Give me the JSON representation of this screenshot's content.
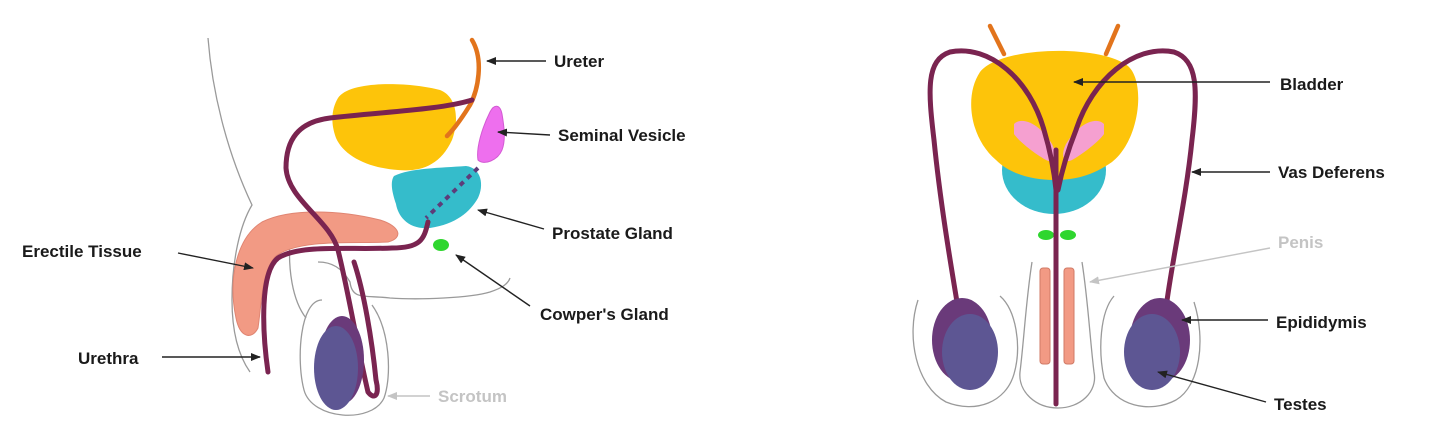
{
  "colors": {
    "bladder": "#fdc40a",
    "ureter": "#e2741c",
    "seminal_vesicle": "#ee6fee",
    "prostate": "#35bccb",
    "cowpers_gland": "#2fd62f",
    "erectile_tissue": "#f29a84",
    "duct": "#7a2450",
    "testis": "#5d5693",
    "epididymis": "#6a3a7a",
    "faded_label": "#c4c4c4"
  },
  "side_view": {
    "labels": {
      "ureter": "Ureter",
      "seminal_vesicle": "Seminal Vesicle",
      "prostate_gland": "Prostate Gland",
      "cowpers_gland": "Cowper's Gland",
      "erectile_tissue": "Erectile Tissue",
      "urethra": "Urethra",
      "scrotum": "Scrotum"
    }
  },
  "front_view": {
    "labels": {
      "bladder": "Bladder",
      "vas_deferens": "Vas Deferens",
      "penis": "Penis",
      "epididymis": "Epididymis",
      "testes": "Testes"
    }
  }
}
